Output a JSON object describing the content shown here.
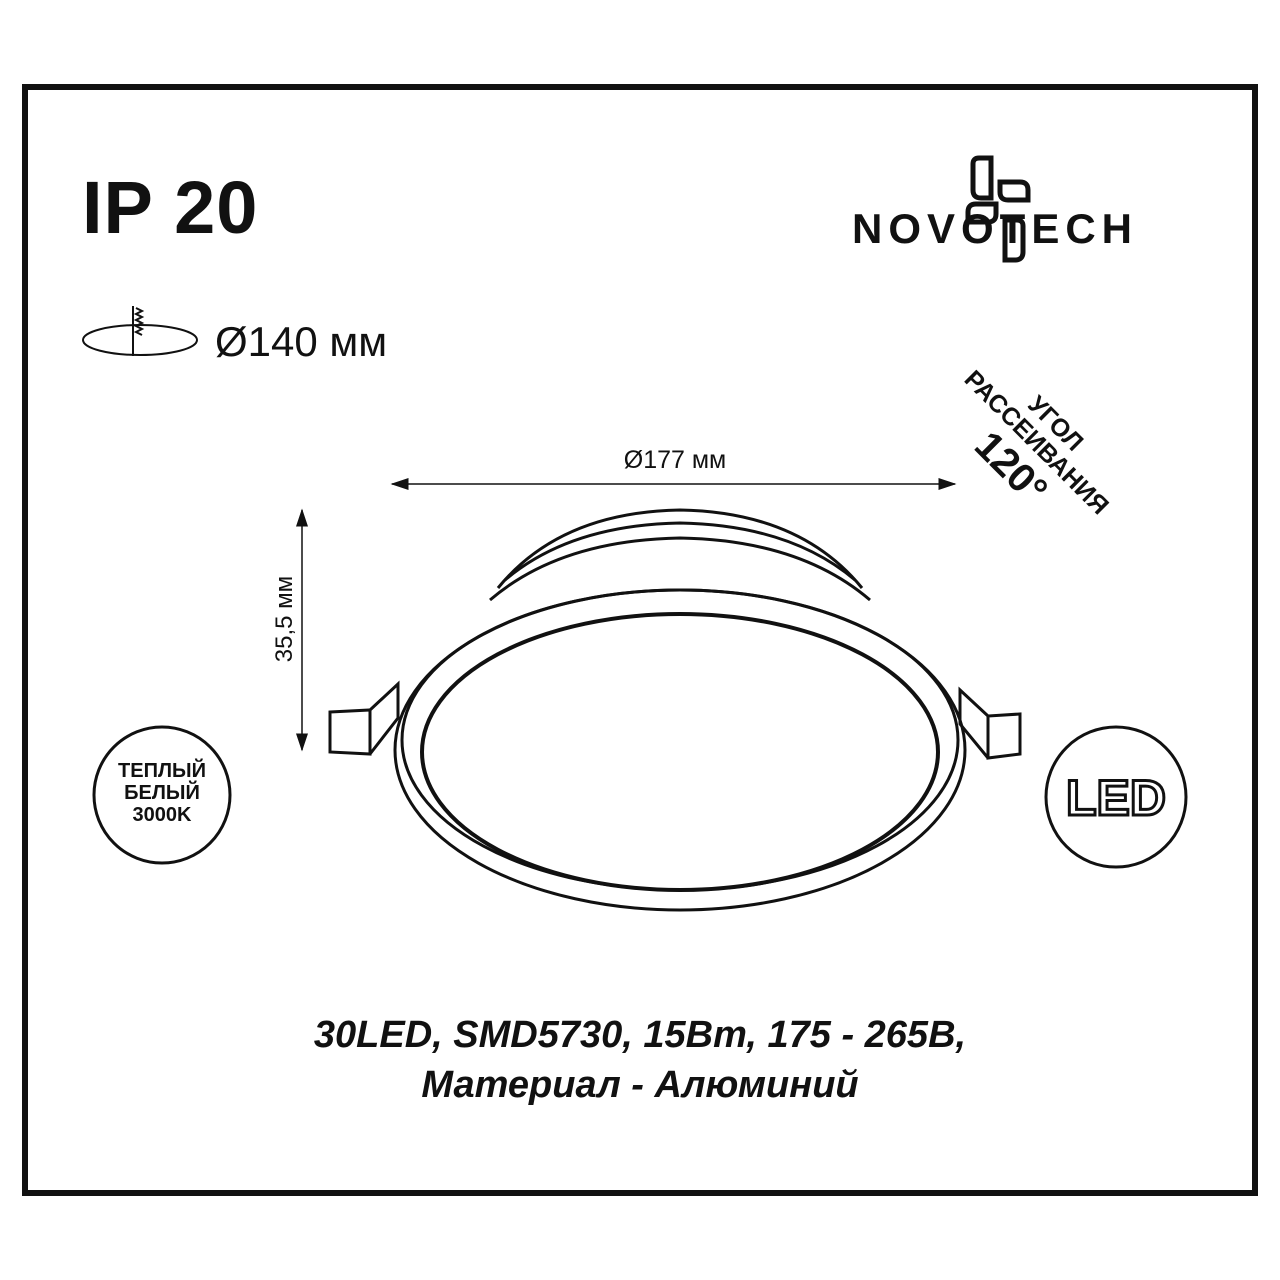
{
  "protection_rating": "IP 20",
  "cutout": {
    "label": "Ø140 мм",
    "icon": "recessed-mount-icon"
  },
  "brand": {
    "name": "NOVOTECH"
  },
  "diameter_label": "Ø177 мм",
  "height_label": "35,5 мм",
  "beam_angle": {
    "line1": "УГОЛ",
    "line2": "РАССЕИВАНИЯ",
    "value": "120°"
  },
  "color_temp": {
    "line1": "ТЕПЛЫЙ",
    "line2": "БЕЛЫЙ",
    "line3": "3000K"
  },
  "led_badge": "LED",
  "specs": {
    "line1": "30LED, SMD5730, 15Вт, 175 - 265В,",
    "line2": "Материал - Алюминий"
  }
}
